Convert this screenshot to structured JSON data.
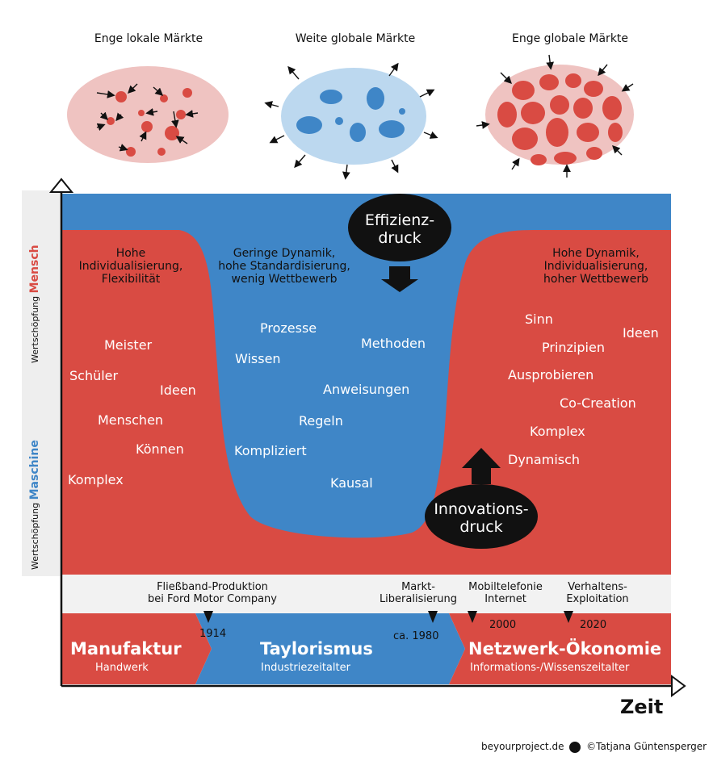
{
  "markets": {
    "local": "Enge lokale Märkte",
    "global_wide": "Weite globale Märkte",
    "global_tight": "Enge globale Märkte"
  },
  "y_axis": {
    "top_prefix": "Wertschöpfung",
    "top_word": "Mensch",
    "bottom_prefix": "Wertschöpfung",
    "bottom_word": "Maschine"
  },
  "x_axis": {
    "label": "Zeit"
  },
  "pressure": {
    "efficiency_line1": "Effizienz-",
    "efficiency_line2": "druck",
    "innovation_line1": "Innovations-",
    "innovation_line2": "druck"
  },
  "left_panel": {
    "heading": [
      "Hohe",
      "Individualisierung,",
      "Flexibilität"
    ],
    "words": [
      "Meister",
      "Schüler",
      "Ideen",
      "Menschen",
      "Können",
      "Komplex"
    ]
  },
  "middle_panel": {
    "heading": [
      "Geringe Dynamik,",
      "hohe Standardisierung,",
      "wenig Wettbewerb"
    ],
    "words": [
      "Prozesse",
      "Wissen",
      "Methoden",
      "Anweisungen",
      "Regeln",
      "Kompliziert",
      "Kausal"
    ]
  },
  "right_panel": {
    "heading": [
      "Hohe Dynamik,",
      "Individualisierung,",
      "hoher Wettbewerb"
    ],
    "words": [
      "Sinn",
      "Ideen",
      "Prinzipien",
      "Ausprobieren",
      "Co-Creation",
      "Komplex",
      "Dynamisch"
    ]
  },
  "timeline": {
    "events": [
      {
        "line1": "Fließband-Produktion",
        "line2": "bei Ford Motor Company",
        "year": "1914"
      },
      {
        "line1": "Markt-",
        "line2": "Liberalisierung",
        "year": "ca. 1980"
      },
      {
        "line1": "Mobiltelefonie",
        "line2": "Internet",
        "year": "2000"
      },
      {
        "line1": "Verhaltens-",
        "line2": "Exploitation",
        "year": "2020"
      }
    ],
    "eras": [
      {
        "title": "Manufaktur",
        "subtitle": "Handwerk"
      },
      {
        "title": "Taylorismus",
        "subtitle": "Industriezeitalter"
      },
      {
        "title": "Netzwerk-Ökonomie",
        "subtitle": "Informations-/Wissenszeitalter"
      }
    ]
  },
  "footer": {
    "site": "beyourproject.de",
    "copyright": "©Tatjana Güntensperger"
  },
  "colors": {
    "red": "#d94b43",
    "blue": "#3f86c7",
    "light_blue": "#bcd8ef",
    "pink": "#efc3c1",
    "black": "#111111"
  }
}
